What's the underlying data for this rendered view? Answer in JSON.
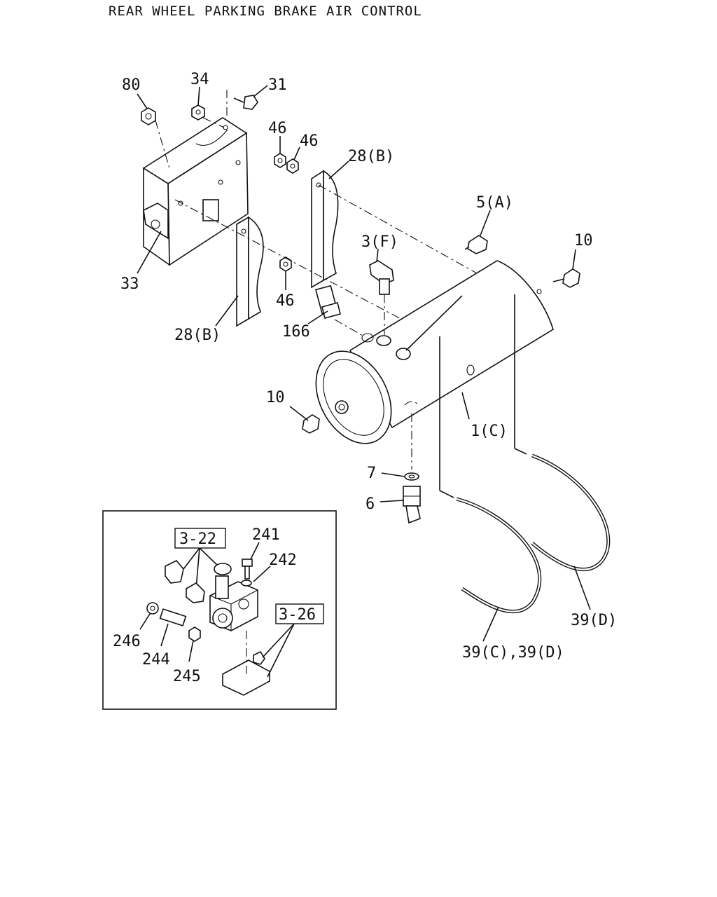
{
  "title": "REAR WHEEL PARKING BRAKE AIR CONTROL",
  "labels": {
    "p80": "80",
    "p34": "34",
    "p31": "31",
    "p46a": "46",
    "p46b": "46",
    "p28b_top": "28(B)",
    "p5a": "5(A)",
    "p3f": "3(F)",
    "p10_right": "10",
    "p33": "33",
    "p46c": "46",
    "p166": "166",
    "p28b_bottom": "28(B)",
    "p10_left": "10",
    "p1c": "1(C)",
    "p7": "7",
    "p6": "6",
    "p39d": "39(D)",
    "p39cd": "39(C),39(D)"
  },
  "inset": {
    "ref_322": "3-22",
    "ref_326": "3-26",
    "p241": "241",
    "p242": "242",
    "p246": "246",
    "p244": "244",
    "p245": "245"
  }
}
